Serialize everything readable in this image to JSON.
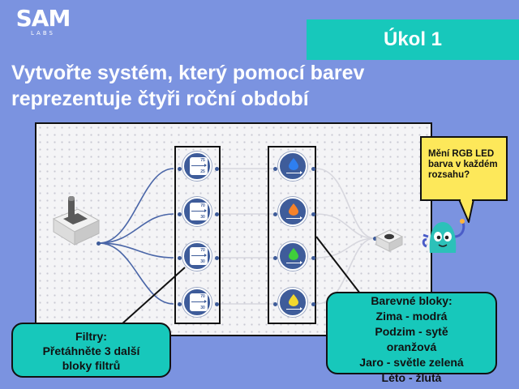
{
  "logo": {
    "main": "SAM",
    "sub": "LABS"
  },
  "task": {
    "label": "Úkol 1"
  },
  "title": {
    "line1": "Vytvořte systém, který pomocí barev",
    "line2": "reprezentuje čtyři roční období"
  },
  "filters": [
    {
      "top": "75",
      "bottom": "25"
    },
    {
      "top": "70",
      "bottom": "30"
    },
    {
      "top": "70",
      "bottom": "30"
    },
    {
      "top": "70",
      "bottom": "30"
    }
  ],
  "colors": {
    "drops": [
      "#2e7ff0",
      "#f5822a",
      "#3fcf3b",
      "#f2d82e"
    ],
    "accent": "#17c8bb",
    "bubble": "#fde85a",
    "background": "#7b93e0"
  },
  "bubble": {
    "text": "Mění RGB LED barva v každém rozsahu?"
  },
  "callout_filters": {
    "title": "Filtry:",
    "line1": "Přetáhněte 3 další",
    "line2": "bloky filtrů"
  },
  "callout_colors": {
    "title": "Barevné bloky:",
    "line1": "Zima - modrá",
    "line2": "Podzim - sytě",
    "line3": "oranžová",
    "line4": "Jaro - světle zelená",
    "line5": "Léto - žlutá"
  }
}
